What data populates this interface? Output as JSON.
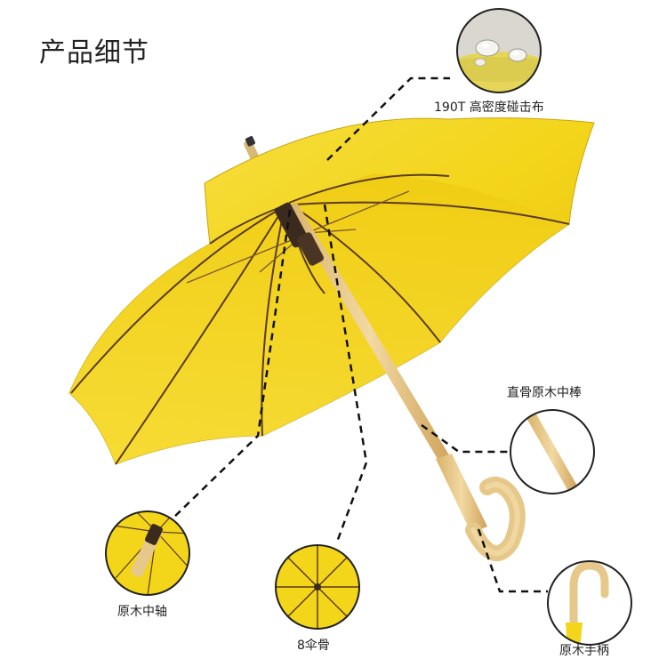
{
  "title": "产品细节",
  "callouts": {
    "fabric": {
      "label": "190T 高密度碰击布",
      "icon": "water-droplet-fabric-icon"
    },
    "shaft": {
      "label": "直骨原木中棒",
      "icon": "wooden-shaft-closeup-icon"
    },
    "handle": {
      "label": "原木手柄",
      "icon": "wooden-handle-closeup-icon"
    },
    "center_axis": {
      "label": "原木中轴",
      "icon": "wooden-center-axis-icon"
    },
    "ribs": {
      "label": "8伞骨",
      "icon": "eight-ribs-icon"
    }
  },
  "colors": {
    "canopy": "#f3d51a",
    "canopy_shadow": "#e8c40f",
    "wood": "#e6c98a",
    "rib": "#5a3b1f",
    "dash": "#111111"
  }
}
